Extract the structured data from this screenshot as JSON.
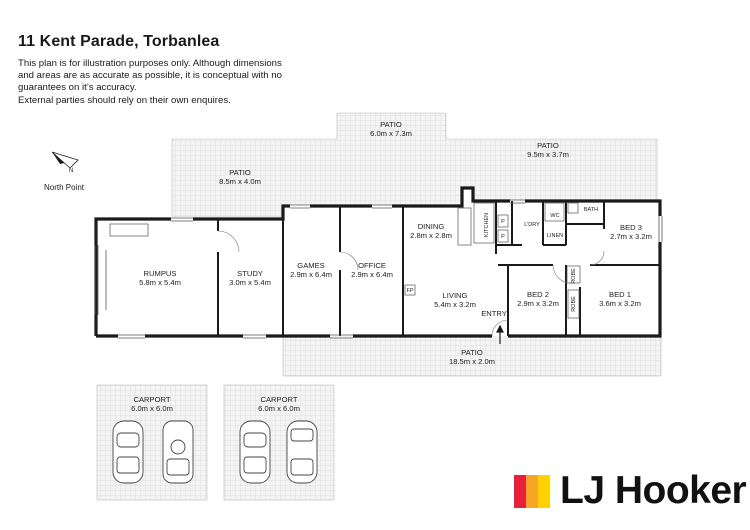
{
  "header": {
    "title": "11 Kent Parade, Torbanlea",
    "disclaimer_lines": [
      "This plan is for illustration purposes only.  Although dimensions",
      "and areas are as accurate as possible, it is conceptual with no",
      "guarantees on it’s accuracy.",
      "External parties should rely on their own enquires."
    ]
  },
  "north_point": {
    "label": "North Point"
  },
  "rooms": {
    "patio_top": {
      "name": "PATIO",
      "size": "6.0m x 7.3m"
    },
    "patio_right": {
      "name": "PATIO",
      "size": "9.5m x 3.7m"
    },
    "patio_left": {
      "name": "PATIO",
      "size": "8.5m x 4.0m"
    },
    "patio_bottom": {
      "name": "PATIO",
      "size": "18.5m x 2.0m"
    },
    "rumpus": {
      "name": "RUMPUS",
      "size": "5.8m x 5.4m"
    },
    "study": {
      "name": "STUDY",
      "size": "3.0m x 5.4m"
    },
    "games": {
      "name": "GAMES",
      "size": "2.9m x 6.4m"
    },
    "office": {
      "name": "OFFICE",
      "size": "2.9m x 6.4m"
    },
    "dining": {
      "name": "DINING",
      "size": "2.8m x 2.8m"
    },
    "living": {
      "name": "LIVING",
      "size": "5.4m x 3.2m"
    },
    "bed1": {
      "name": "BED 1",
      "size": "3.6m x 3.2m"
    },
    "bed2": {
      "name": "BED 2",
      "size": "2.9m x 3.2m"
    },
    "bed3": {
      "name": "BED 3",
      "size": "2.7m x 3.2m"
    },
    "carport1": {
      "name": "CARPORT",
      "size": "6.0m x 6.0m"
    },
    "carport2": {
      "name": "CARPORT",
      "size": "6.0m x 6.0m"
    }
  },
  "small_labels": {
    "kitchen": "KITCHEN",
    "ldry": "L'DRY",
    "wc": "WC",
    "bath": "BATH",
    "linen": "LINEN",
    "entry": "ENTRY",
    "fp": "FP",
    "robe1": "ROBE",
    "robe2": "ROBE",
    "p1": "P",
    "p2": "P"
  },
  "brand": {
    "name": "LJ Hooker",
    "colors": [
      "#e8203a",
      "#f5a623",
      "#ffd200"
    ]
  }
}
